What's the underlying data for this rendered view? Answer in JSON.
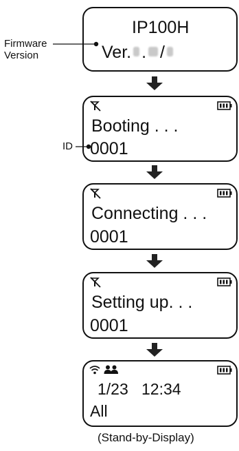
{
  "firmware_screen": {
    "model": "IP100H",
    "version_prefix": "Ver.",
    "version_dot": ".",
    "version_slash": "/"
  },
  "callouts": {
    "firmware_line1": "Firmware",
    "firmware_line2": "Version",
    "id": "ID"
  },
  "booting_screen": {
    "status": "Booting . . .",
    "id_value": "0001"
  },
  "connecting_screen": {
    "status": "Connecting . . .",
    "id_value": "0001"
  },
  "setting_up_screen": {
    "status": "Setting up. . .",
    "id_value": "0001"
  },
  "standby_screen": {
    "date": "1/23",
    "time": "12:34",
    "group": "All"
  },
  "caption": "(Stand-by-Display)",
  "icons": [
    "no-antenna-icon",
    "battery-icon",
    "wifi-signal-icon",
    "group-talk-icon",
    "down-arrow-icon"
  ]
}
